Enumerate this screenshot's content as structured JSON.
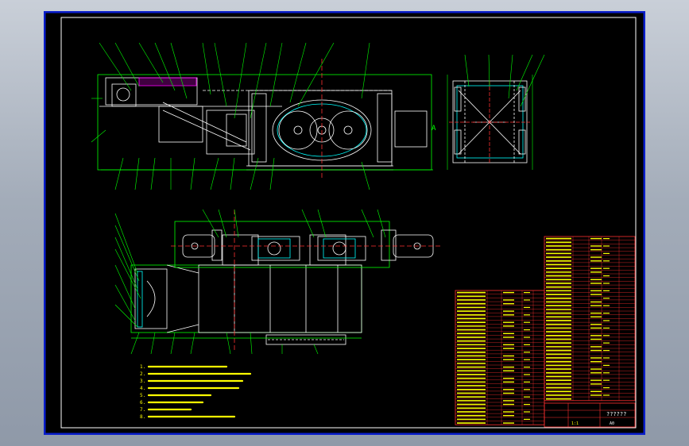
{
  "title_block": {
    "drawing_name": "??????",
    "scale_text": "1:1",
    "sheet_text": "A0"
  },
  "notes": [
    "1.",
    "2.",
    "3.",
    "4.",
    "5.",
    "6.",
    "7.",
    "8."
  ],
  "section_marker": "A",
  "colors": {
    "frame": "#ffffff",
    "border_blue": "#0a1ecc",
    "geometry": "#ffffff",
    "leader": "#00ff00",
    "text": "#ffff00",
    "table": "#ff3030",
    "magenta": "#ff00ff",
    "cyan": "#00ffff"
  }
}
